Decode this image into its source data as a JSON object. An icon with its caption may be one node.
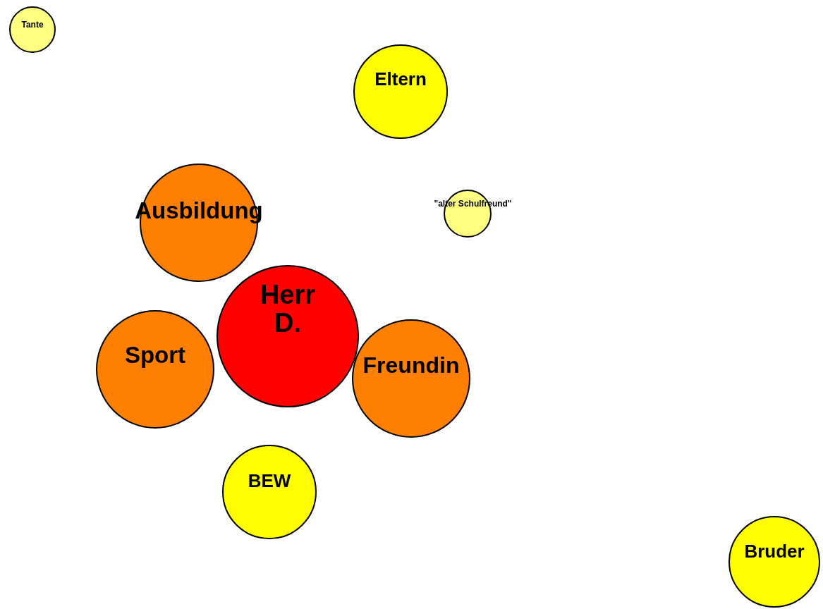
{
  "diagram": {
    "nodes": [
      {
        "text": [
          "Tante"
        ]
      },
      {
        "text": [
          "Eltern"
        ]
      },
      {
        "text": [
          "Ausbildung"
        ]
      },
      {
        "text": [
          "\"alter Schulfreund\""
        ]
      },
      {
        "text": [
          "Herr D."
        ]
      },
      {
        "text": [
          "Sport"
        ]
      },
      {
        "text": [
          "Freundin"
        ]
      },
      {
        "text": [
          "BEW"
        ]
      },
      {
        "text": [
          "Bruder"
        ]
      }
    ]
  }
}
